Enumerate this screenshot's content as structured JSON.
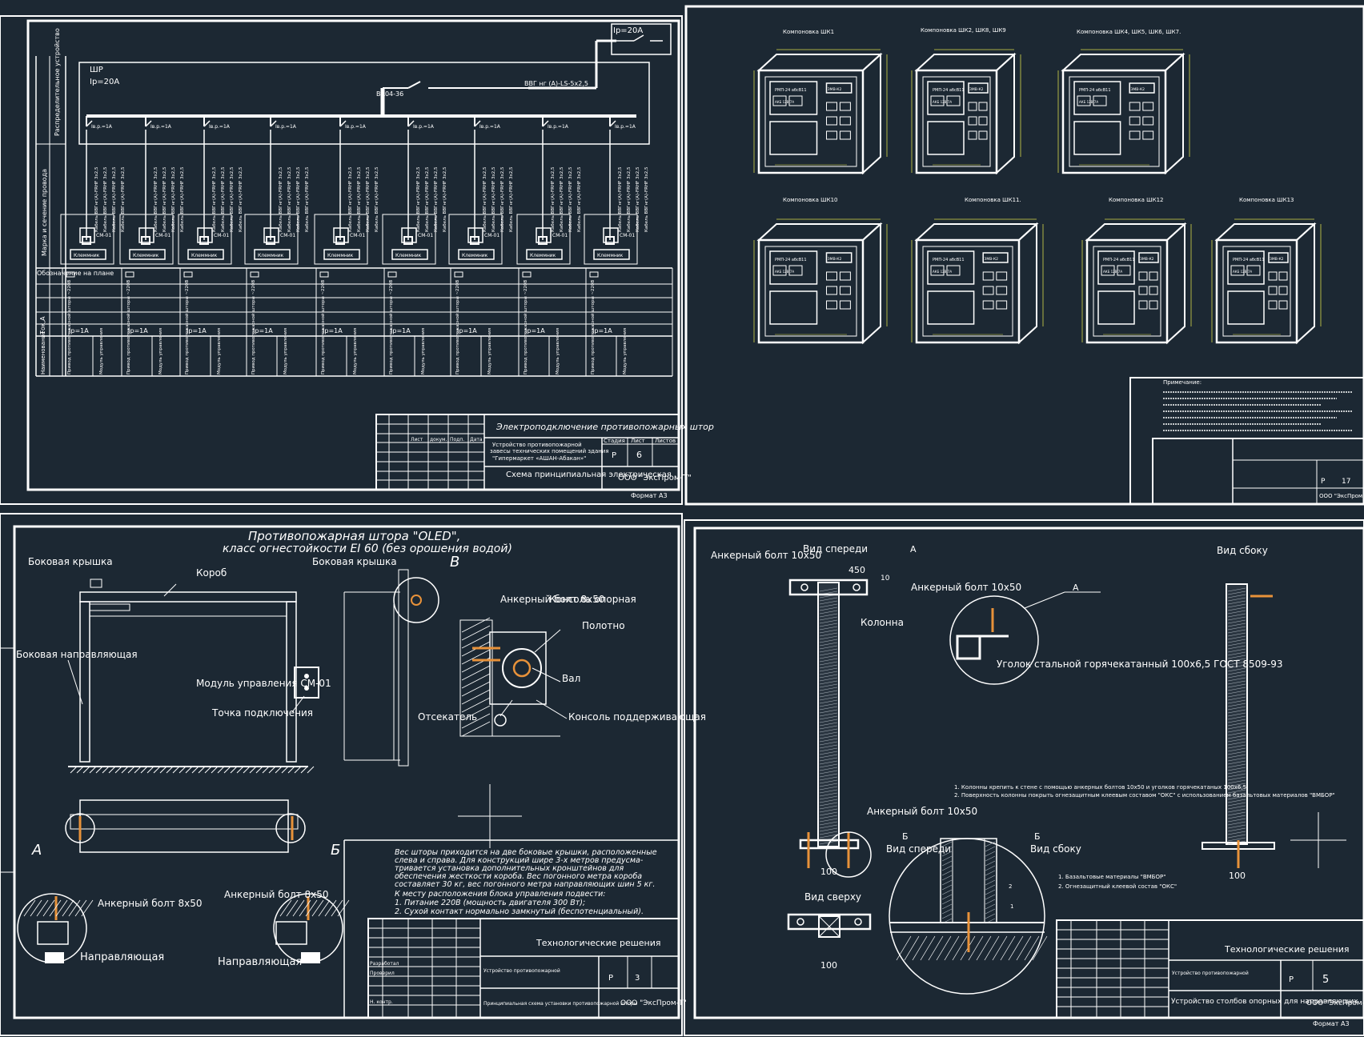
{
  "sheet1": {
    "title": "Электроподключение противопожарных штор",
    "project_lines": [
      "Устройство противопожарной",
      "завесы технических помещений здания",
      "\"Гипермаркет «АШАН-Абакан»\""
    ],
    "drawing": "Схема принципиальная электрическая",
    "company": "ООО \"ЭксПром-Т\"",
    "stage": "Р",
    "sheet_no": "6",
    "col_stage": "Стадия",
    "col_sheet": "Лист",
    "col_sheets": "Листов",
    "stamp_cols": [
      "Лист",
      "докум.",
      "Подп.",
      "Дата"
    ],
    "format": "Формат А3",
    "panel_name": "ШР",
    "panel_current": "Ip=20A",
    "breaker_top": "Ip=20A",
    "cable_top": "ВВГ нг (А)-LS-5х2,5",
    "breaker_type": "ВА04-36",
    "breaker_labels": [
      "Iв.р.=1A",
      "Iв.р.=1A",
      "Iв.р.=1A",
      "Iв.р.=1A",
      "Iв.р.=1A",
      "Iв.р.=1A",
      "Iв.р.=1A",
      "Iв.р.=1A",
      "Iв.р.=1A"
    ],
    "module": "СМ-01",
    "junction": "Клеммник",
    "current_row": [
      "Ip=1A",
      "Ip=1A",
      "Ip=1A",
      "Ip=1A",
      "Ip=1A",
      "Ip=1A",
      "Ip=1A",
      "Ip=1A",
      "Ip=1A"
    ],
    "row_headers": [
      "Распределительное устройство",
      "Обозначение на плане",
      "Ток,А",
      "Наименование"
    ],
    "left_col": "Марка и сечение провода",
    "cable_text": "Кабель ВВГнг(А)-FRHF 3х2,5",
    "load_names": [
      "Привод противопожарной шторы ~220В",
      "Модуль управления"
    ]
  },
  "sheet2": {
    "titles_top": [
      "Компоновка ШК1",
      "Компоновка ШК2, ШК8, ШК9",
      "Компоновка ШК4, ШК5, ШК6, ШК7."
    ],
    "titles_bottom": [
      "Компоновка ШК10",
      "Компоновка ШК11.",
      "Компоновка ШК12",
      "Компоновка ШК13"
    ],
    "device_labels": [
      "РМП-24 абсВ11",
      "АКБ 12В/7А",
      "ЗМВ-К2"
    ],
    "notes_title": "Примечание:",
    "sheet_no": "17",
    "stage": "Р",
    "company": "ООО \"ЭксПром-Т\""
  },
  "sheet3": {
    "title_line1": "Противопожарная штора \"OLED\",",
    "title_line2": "класс огнестойкости EI 60 (без орошения водой)",
    "lbl_side_cover_l": "Боковая крышка",
    "lbl_box": "Короб",
    "lbl_side_cover_r": "Боковая крышка",
    "lbl_guide": "Боковая направляющая",
    "lbl_module": "Модуль управления СМ-01",
    "lbl_point": "Точка подключения",
    "lbl_b": "В",
    "lbl_anchor": "Анкерный болт 8х50",
    "lbl_console": "Консоль опорная",
    "lbl_canvas": "Полотно",
    "lbl_shaft": "Вал",
    "lbl_cutoff": "Отсекатель",
    "lbl_console2": "Консоль поддерживающая",
    "lbl_a": "А",
    "lbl_bb": "Б",
    "lbl_anchor_l": "Анкерный болт 8х50",
    "lbl_anchor_r": "Анкерный болт 8х50",
    "lbl_guide_l": "Направляющая",
    "lbl_guide_r": "Направляющая",
    "note_lines": [
      "Вес шторы приходится на две боковые крышки, расположенные",
      "слева и справа. Для конструкций шире 3-х метров предусма-",
      "тривается установка дополнительных кронштейнов для",
      "обеспечения жесткости короба. Вес погонного метра короба",
      "составляет 30 кг, вес погонного метра направляющих шин 5 кг.",
      "К месту расположения блока управления подвести:",
      "1. Питание 220В (мощность двигателя 300 Вт);",
      "2. Сухой контакт нормально замкнутый (беспотенциальный)."
    ],
    "stamp_title": "Технологические решения",
    "drawing": "Принципиальная схема установки противопожарной шторы",
    "company": "ООО \"ЭксПром-Т\"",
    "stage": "Р",
    "sheet_no": "3",
    "stamp_rows": [
      "Разработал",
      "Проверил",
      "Н. контр."
    ]
  },
  "sheet4": {
    "lbl_front": "Вид спереди",
    "lbl_side": "Вид сбоку",
    "lbl_anchor": "Анкерный болт 10х50",
    "lbl_a": "А",
    "dim_450": "450",
    "dim_10": "10",
    "lbl_anchor2": "Анкерный болт 10х50",
    "lbl_column": "Колонна",
    "lbl_corner": "Уголок стальной горячекатанный 100х6,5  ГОСТ 8509-93",
    "note1": "1. Колонны крепить к стене с помощью анкерных болтов 10х50 и уголков горячекатаных 100х6,5",
    "note2": "2. Поверхность колонны покрыть огнезащитным клеевым составом \"ОКС\" с использованием базальтовых материалов \"ВМБОР\"",
    "lbl_anchor3": "Анкерный болт 10х50",
    "lbl_b": "Б",
    "lbl_front2": "Вид спереди",
    "lbl_b2": "Б",
    "lbl_side2": "Вид сбоку",
    "lbl_top": "Вид сверху",
    "dim_100": "100",
    "legend1": "1. Базальтовые материалы \"ВМБОР\"",
    "legend2": "2. Огнезащитный клеевой состав \"ОКС\"",
    "stamp_title": "Технологические решения",
    "drawing": "Устройство столбов опорных для направляющих",
    "company": "ООО \"ЭксПром-Т\"",
    "stage": "Р",
    "sheet_no": "5",
    "format": "Формат А3"
  }
}
